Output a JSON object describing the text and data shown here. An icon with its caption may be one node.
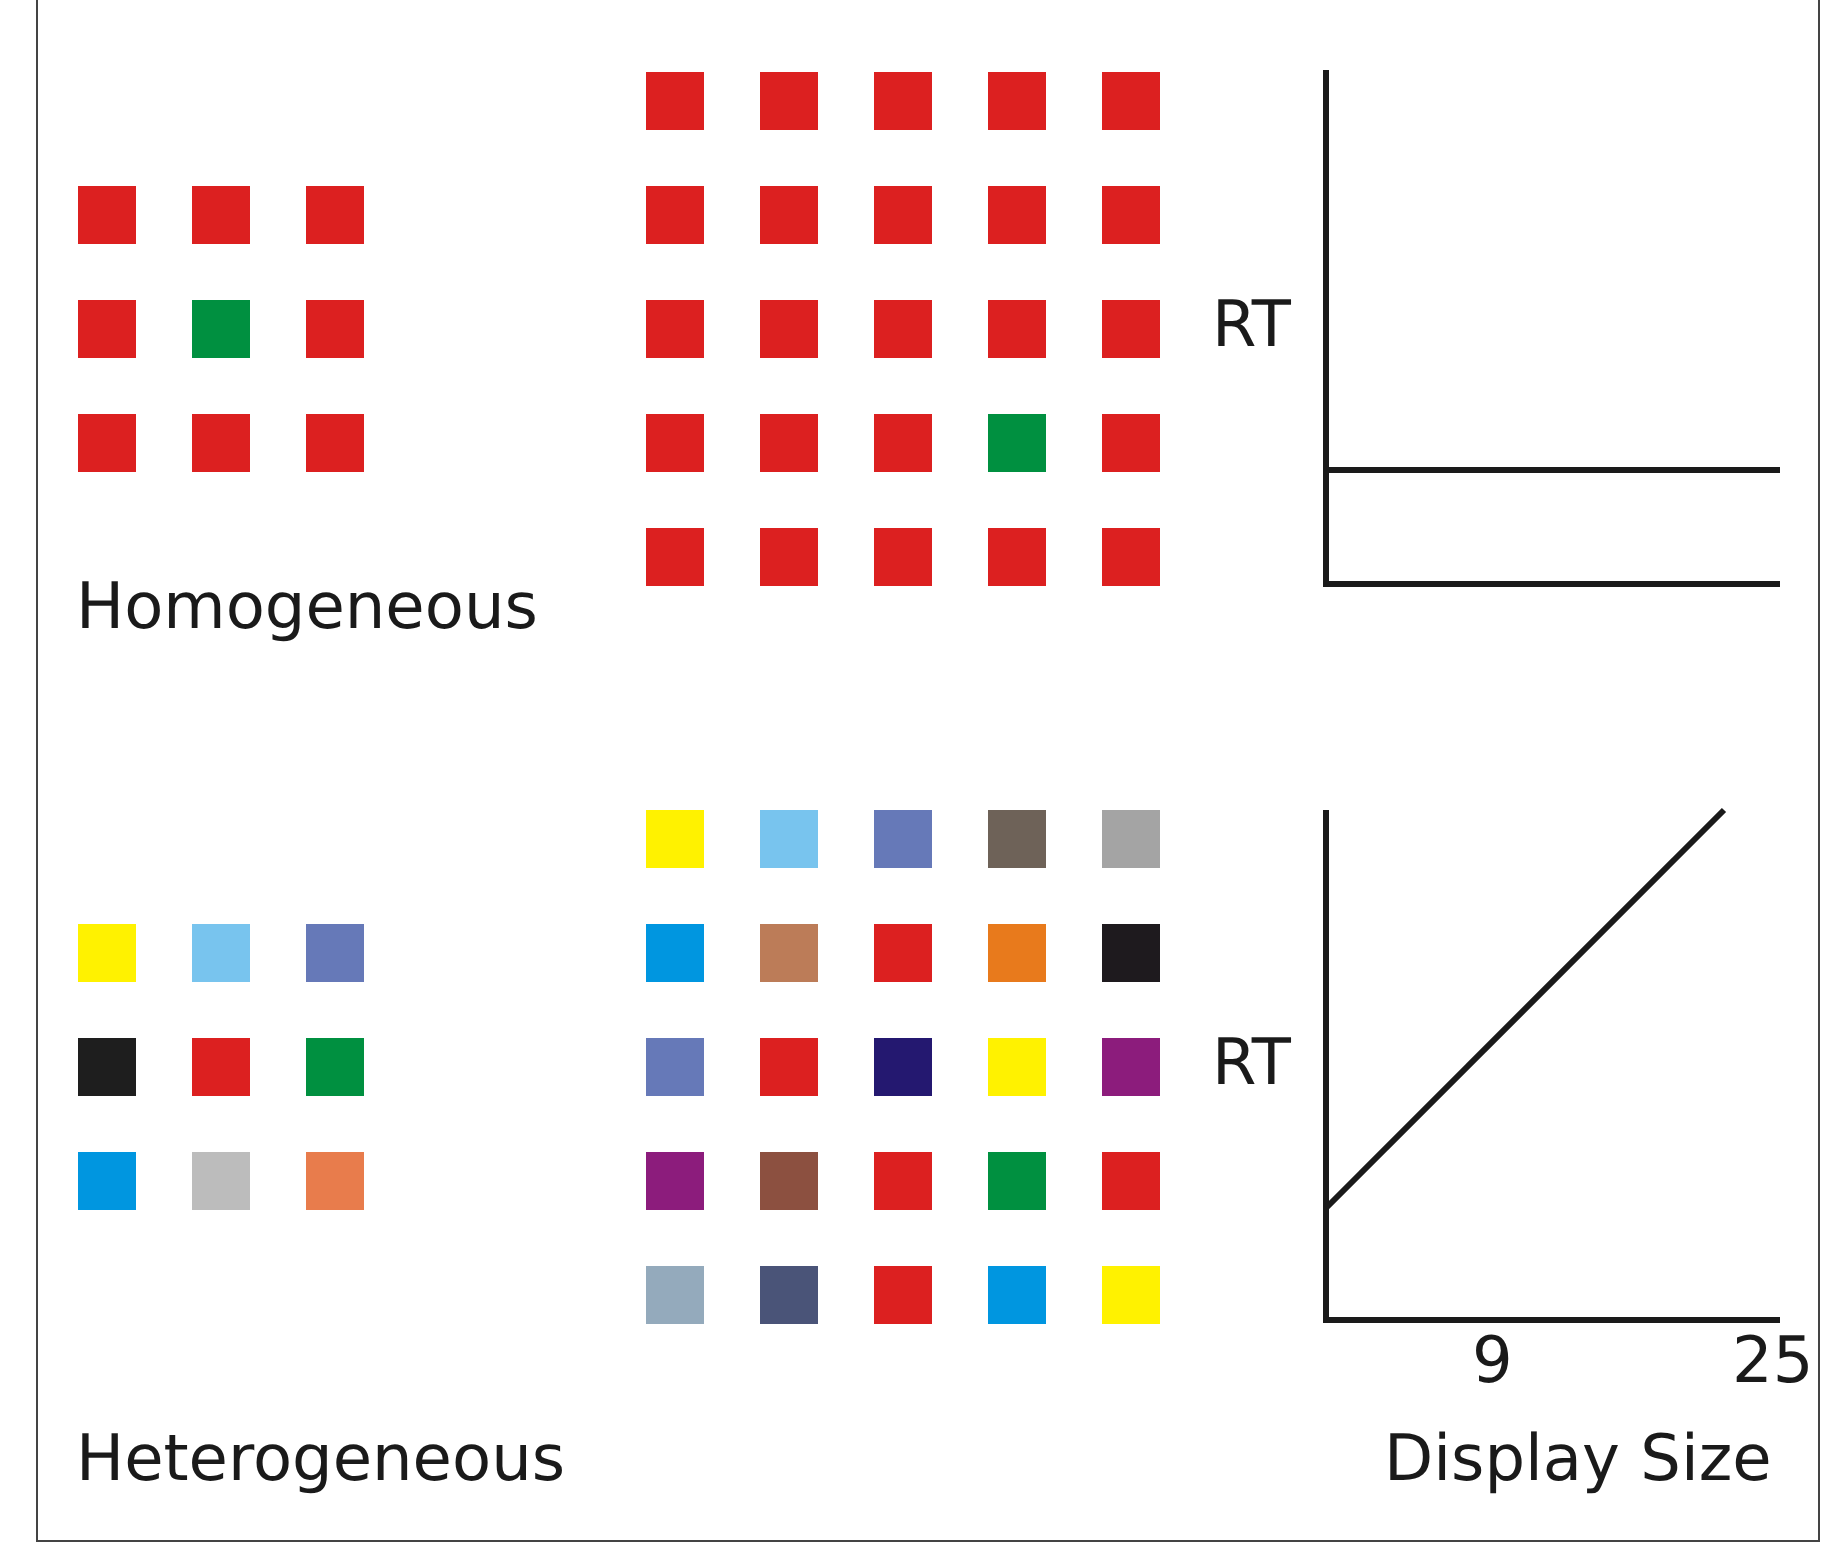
{
  "diagram": {
    "labels": [
      "RT",
      "Homogeneous",
      "RT",
      "9",
      "25",
      "Heterogeneous",
      "Display Size"
    ]
  }
}
